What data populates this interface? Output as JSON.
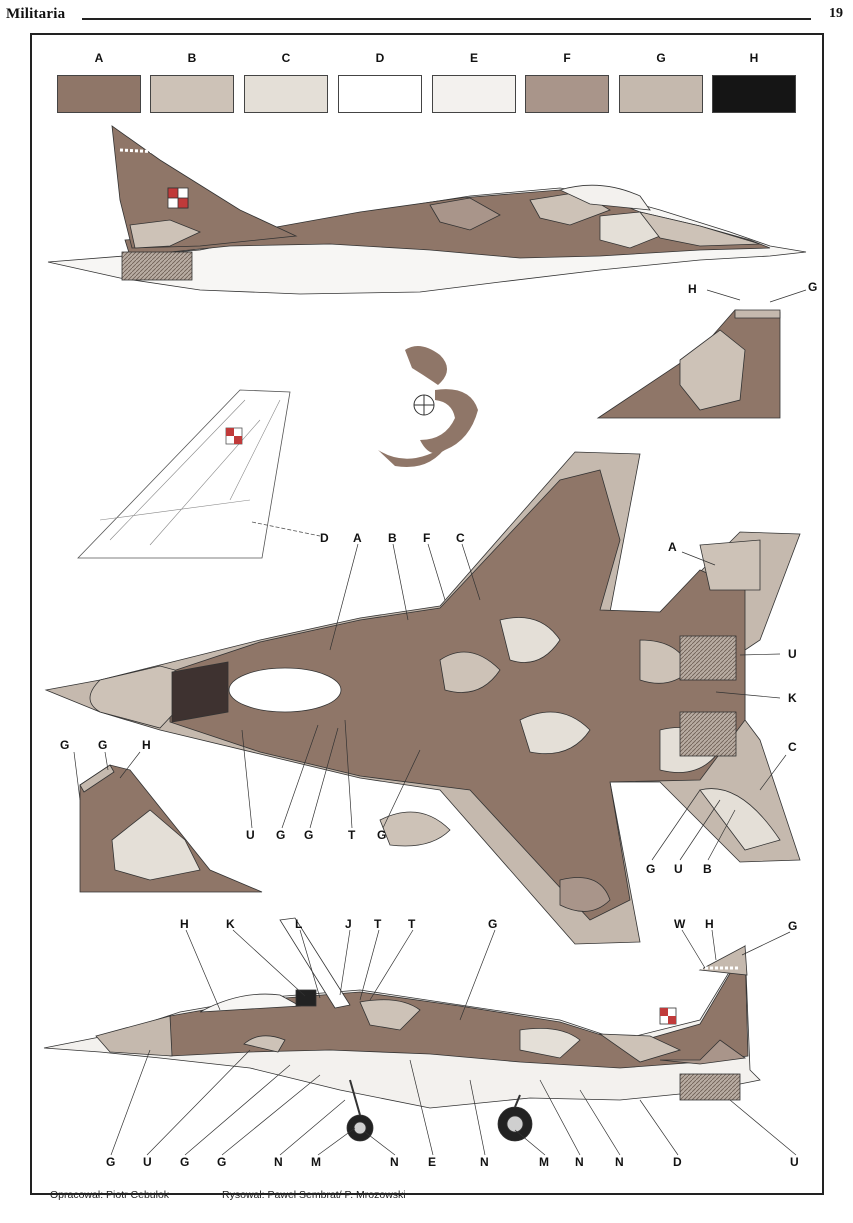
{
  "header": {
    "title": "Militaria",
    "page_number": "19"
  },
  "palette": [
    {
      "letter": "A",
      "color": "#8f7668"
    },
    {
      "letter": "B",
      "color": "#cdc2b7"
    },
    {
      "letter": "C",
      "color": "#e4dfd7"
    },
    {
      "letter": "D",
      "color": "#ffffff"
    },
    {
      "letter": "E",
      "color": "#f3f1ee"
    },
    {
      "letter": "F",
      "color": "#a9958a"
    },
    {
      "letter": "G",
      "color": "#c5b9ae"
    },
    {
      "letter": "H",
      "color": "#151515"
    }
  ],
  "labels": {
    "tail_hg": [
      "H",
      "G"
    ],
    "top_view_top": [
      "D",
      "A",
      "B",
      "F",
      "C"
    ],
    "top_view_right": [
      "A",
      "U",
      "K",
      "C"
    ],
    "left_fin": [
      "G",
      "G",
      "H"
    ],
    "top_view_bottom": [
      "U",
      "G",
      "G",
      "T",
      "G"
    ],
    "top_view_bottom_right": [
      "G",
      "U",
      "B"
    ],
    "side_top": [
      "H",
      "K",
      "L",
      "J",
      "T",
      "T",
      "G",
      "W",
      "H",
      "G"
    ],
    "side_bottom": [
      "G",
      "U",
      "G",
      "G",
      "N",
      "M",
      "N",
      "E",
      "N",
      "M",
      "N",
      "N",
      "D",
      "U"
    ]
  },
  "credits": {
    "left": "Opracował: Piotr Cebulok",
    "right": "Rysował: Paweł Sembrat/ P. Mrozowski"
  }
}
